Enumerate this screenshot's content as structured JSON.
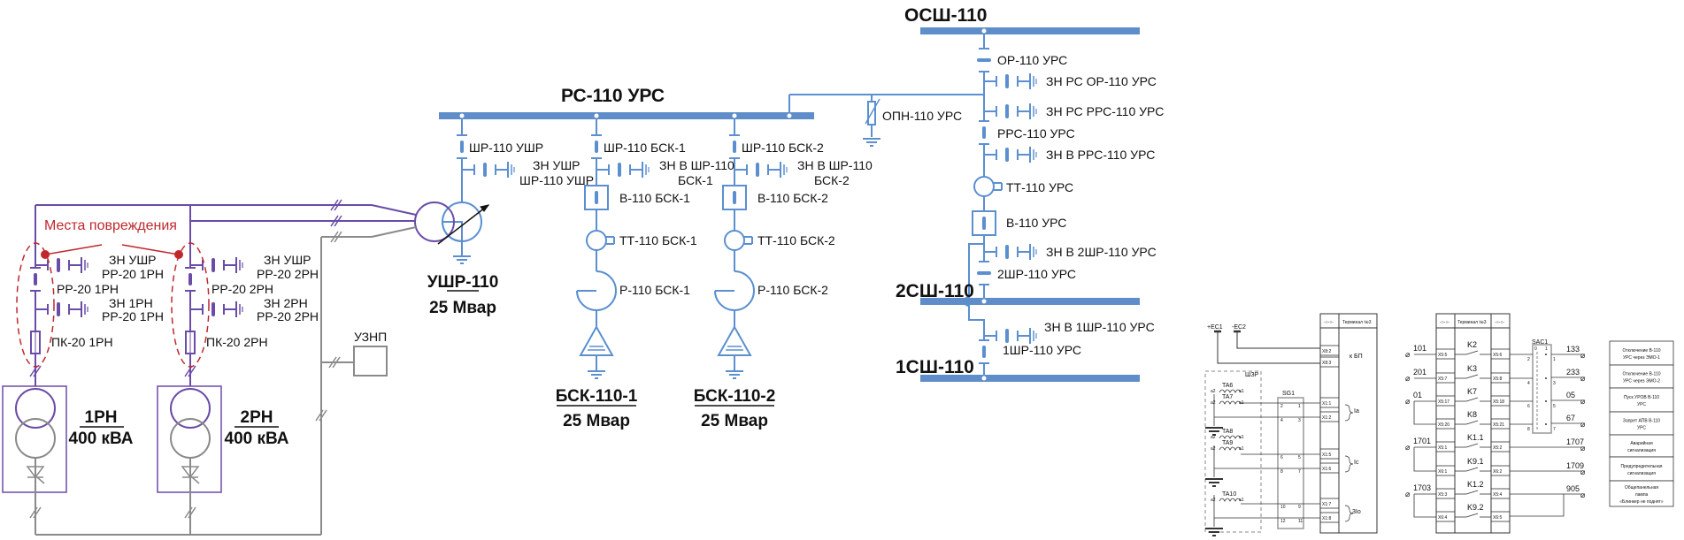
{
  "colors": {
    "bus": "#5f8dc9",
    "line": "#5b8fd0",
    "purple": "#6a4ca8",
    "gray": "#8a8a8a",
    "red": "#c0282d"
  },
  "buses": {
    "osh": "ОСШ-110",
    "rs": "РС-110 УРС",
    "sh2": "2СШ-110",
    "sh1": "1СШ-110"
  },
  "ushr": {
    "disc": "ШР-110 УШР",
    "earth_1": "ЗН УШР",
    "earth_2": "ШР-110 УШР",
    "name": "УШР-110",
    "rating": "25 Мвар"
  },
  "bsk1": {
    "disc": "ШР-110 БСК-1",
    "earth_1": "ЗН В ШР-110",
    "earth_2": "БСК-1",
    "breaker": "В-110 БСК-1",
    "ct": "ТТ-110 БСК-1",
    "reactor": "Р-110 БСК-1",
    "name": "БСК-110-1",
    "rating": "25 Мвар"
  },
  "bsk2": {
    "disc": "ШР-110 БСК-2",
    "earth_1": "ЗН В ШР-110",
    "earth_2": "БСК-2",
    "breaker": "В-110 БСК-2",
    "ct": "ТТ-110 БСК-2",
    "reactor": "Р-110 БСК-2",
    "name": "БСК-110-2",
    "rating": "25 Мвар"
  },
  "urs": {
    "or": "ОР-110 УРС",
    "zn_or": "ЗН РС ОР-110 УРС",
    "zn_rrs": "ЗН РС РРС-110 УРС",
    "rrs": "РРС-110 УРС",
    "zn_v_rrs": "ЗН В РРС-110 УРС",
    "ct": "ТТ-110 УРС",
    "breaker": "В-110 УРС",
    "zn_2shr": "ЗН В 2ШР-110 УРС",
    "shr2": "2ШР-110 УРС",
    "zn_1shr": "ЗН В 1ШР-110 УРС",
    "shr1": "1ШР-110 УРС",
    "opn": "ОПН-110 УРС"
  },
  "left": {
    "damage": "Места повреждения",
    "uznp": "УЗНП",
    "rn1": {
      "zn_ushr_1": "ЗН УШР",
      "zn_ushr_2": "РР-20 1РН",
      "disc": "РР-20 1РН",
      "zn_1": "ЗН 1РН",
      "zn_2": "РР-20 1РН",
      "fuse": "ПК-20 1РН",
      "name": "1РН",
      "rating": "400 кВА"
    },
    "rn2": {
      "zn_ushr_1": "ЗН УШР",
      "zn_ushr_2": "РР-20 2РН",
      "disc": "РР-20 2РН",
      "zn_1": "ЗН 2РН",
      "zn_2": "РР-20 2РН",
      "fuse": "ПК-20 2РН",
      "name": "2РН",
      "rating": "400 кВА"
    }
  },
  "panel1": {
    "ec1": "+EC1",
    "ec2": "-EC2",
    "shzr": "ШЗР",
    "sg1": "SG1",
    "ta": [
      "TA6",
      "TA7",
      "TA8",
      "TA9",
      "TA10"
    ],
    "a1": "a1",
    "a2": "a2",
    "sg_pins": [
      "2",
      "1",
      "4",
      "3",
      "6",
      "5",
      "8",
      "7",
      "10",
      "9",
      "12",
      "11"
    ],
    "header_sym": "-○-○-",
    "header": "Терминал №3",
    "rows": [
      "X8:2",
      "X8:3",
      "X1:1",
      "X1:2",
      "X1:5",
      "X1:6",
      "X1:7",
      "X1:8"
    ],
    "notes": [
      "к БП",
      "Ia",
      "Ic",
      "3Io"
    ]
  },
  "panel2": {
    "header_sym_l": "-○-○-",
    "header": "Терминал №3",
    "header_sym_r": "-○-○-",
    "inputs": [
      "101",
      "201",
      "01",
      "1701",
      "1703"
    ],
    "rows": [
      {
        "left": "X5:5",
        "contact": "K2",
        "right": "X5:6"
      },
      {
        "left": "X5:7",
        "contact": "K3",
        "right": "X5:8"
      },
      {
        "left": "X5:17",
        "contact": "K7",
        "right": "X5:18"
      },
      {
        "left": "X5:20",
        "contact": "K8",
        "right": "X5:21"
      },
      {
        "left": "X5:1",
        "contact": "K1.1",
        "right": "X5:2"
      },
      {
        "left": "X6:1",
        "contact": "K9.1",
        "right": "X6:2"
      },
      {
        "left": "X5:3",
        "contact": "K1.2",
        "right": "X5:4"
      },
      {
        "left": "X6:4",
        "contact": "K9.2",
        "right": "X6:5"
      }
    ],
    "sac": "SAC1",
    "sac_top": [
      "0",
      "1"
    ],
    "sac_left": [
      "2",
      "4",
      "6",
      "8"
    ],
    "sac_right": [
      "1",
      "3",
      "5",
      "7"
    ],
    "outputs": [
      "133",
      "233",
      "05",
      "67",
      "1707",
      "1709",
      "905"
    ],
    "functions": [
      [
        "Отключение В-110",
        "УРС через ЭМО-1"
      ],
      [
        "Отключение В-110",
        "УРС через ЭМО-2"
      ],
      [
        "Пуск УРОВ В-110",
        "УРС"
      ],
      [
        "Запрет АПВ В-110",
        "УРС"
      ],
      [
        "Аварийная",
        "сигнализация"
      ],
      [
        "Предупредительная",
        "сигнализация"
      ],
      [
        "Общепанельная",
        "лампа",
        "«Блинкер не поднят»"
      ]
    ]
  }
}
